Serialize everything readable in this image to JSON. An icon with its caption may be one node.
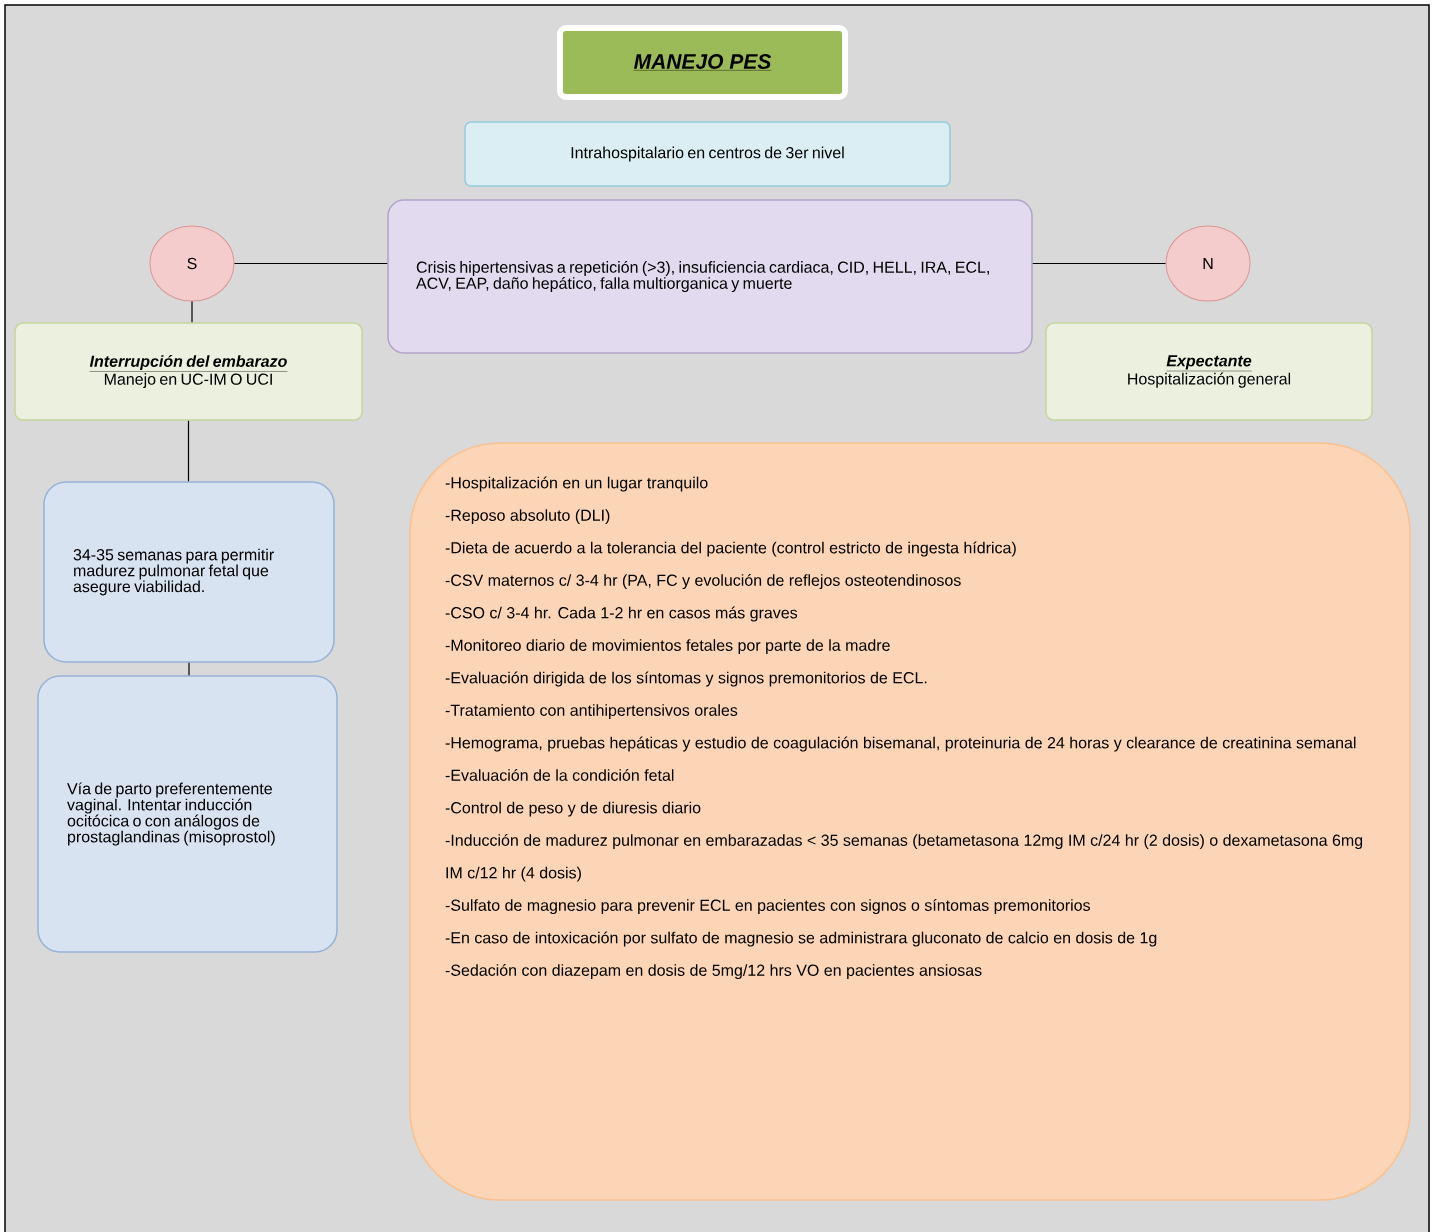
{
  "diagram": {
    "nodes": [
      {
        "text": [
          "MANEJO PES"
        ]
      },
      {
        "text": [
          "Intrahospitalario en centros de 3er nivel"
        ]
      },
      {
        "text": [
          "Crisis hipertensivas a repetición (>3), insuficiencia cardiaca, CID, HELL, IRA, ECL, ACV, EAP, daño hepático, falla multiorganica y muerte"
        ]
      },
      {
        "text": [
          "S"
        ]
      },
      {
        "text": [
          "N"
        ]
      },
      {
        "text": [
          "Interrupción del embarazo",
          "Manejo en UC-IM O UCI"
        ]
      },
      {
        "text": [
          "Expectante",
          "Hospitalización general"
        ]
      },
      {
        "text": [
          "34-35 semanas para permitir madurez pulmonar fetal que asegure viabilidad."
        ]
      },
      {
        "text": [
          "Vía de parto preferentemente vaginal. Intentar inducción ocitócica o con análogos de prostaglandinas (misoprostol)"
        ]
      },
      {
        "text": [
          "-Hospitalización en un lugar tranquilo",
          "-Reposo absoluto (DLI)",
          "-Dieta de acuerdo a la tolerancia del paciente (control estricto de ingesta hídrica)",
          "-CSV maternos c/ 3-4 hr (PA, FC y evolución de reflejos osteotendinosos",
          "-CSO c/ 3-4 hr. Cada 1-2 hr en casos más graves",
          "-Monitoreo diario de movimientos fetales por parte de la madre",
          "-Evaluación dirigida de los síntomas y signos premonitorios de ECL.",
          "-Tratamiento con antihipertensivos orales",
          "-Hemograma, pruebas hepáticas y estudio de coagulación bisemanal, proteinuria de 24 horas y clearance de creatinina semanal",
          "-Evaluación de la condición fetal",
          "-Control de peso y de diuresis diario",
          "-Inducción de madurez pulmonar en embarazadas < 35 semanas (betametasona 12mg IM c/24 hr (2 dosis) o dexametasona 6mg IM c/12 hr (4 dosis)",
          "-Sulfato de magnesio para prevenir ECL en pacientes con signos o síntomas premonitorios",
          "-En caso de intoxicación por sulfato de magnesio se administrara gluconato de calcio en dosis de 1g",
          "-Sedación con diazepam en dosis de 5mg/12 hrs VO en pacientes ansiosas"
        ]
      }
    ],
    "edges": [
      {
        "from": 3,
        "to": 2,
        "arrow": "none"
      },
      {
        "from": 2,
        "to": 4,
        "arrow": "none"
      },
      {
        "from": 3,
        "to": 5,
        "arrow": "none"
      },
      {
        "from": 5,
        "to": 7,
        "arrow": "none"
      },
      {
        "from": 7,
        "to": 8,
        "arrow": "none"
      }
    ]
  }
}
